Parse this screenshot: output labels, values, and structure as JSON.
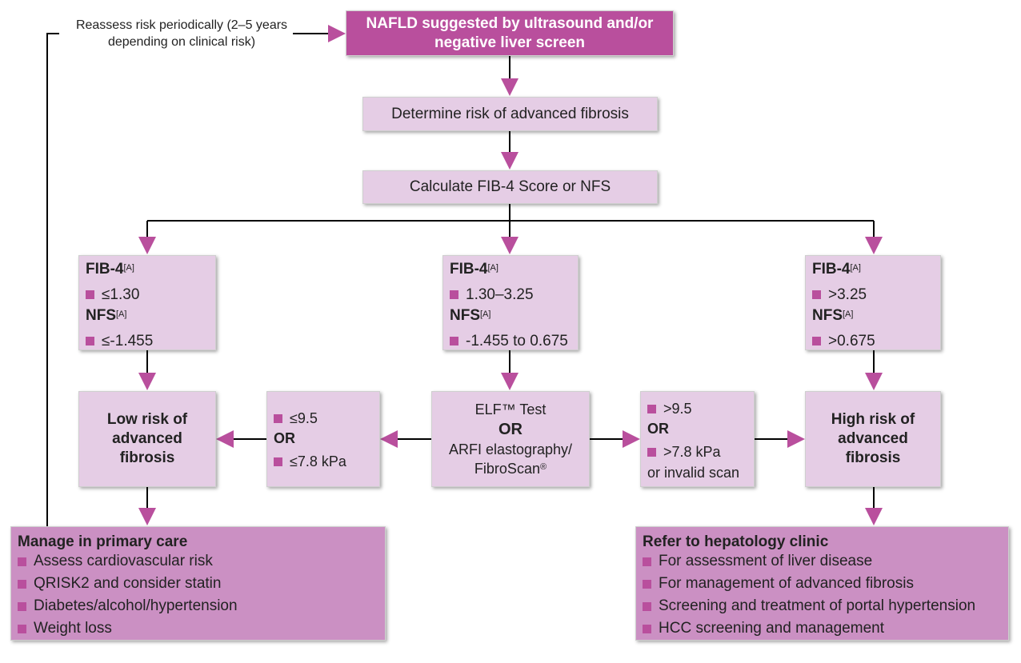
{
  "colors": {
    "accent": "#b94f9d",
    "light_box": "#e5cde5",
    "mid_box": "#cb90c3",
    "line": "#000000"
  },
  "reassess_note": {
    "line1": "Reassess risk periodically (2–5 years",
    "line2": "depending on clinical risk)"
  },
  "start": {
    "line1": "NAFLD suggested by ultrasound and/or",
    "line2": "negative liver screen"
  },
  "determine": "Determine risk of advanced fibrosis",
  "calculate": "Calculate FIB-4 Score or NFS",
  "low_scores": {
    "fib4": "FIB-4",
    "fib4_ref": "[A]",
    "fib4_val": "≤1.30",
    "nfs": "NFS",
    "nfs_ref": "[A]",
    "nfs_val": "≤-1.455"
  },
  "mid_scores": {
    "fib4": "FIB-4",
    "fib4_ref": "[A]",
    "fib4_val": "1.30–3.25",
    "nfs": "NFS",
    "nfs_ref": "[A]",
    "nfs_val": "-1.455 to 0.675"
  },
  "high_scores": {
    "fib4": "FIB-4",
    "fib4_ref": "[A]",
    "fib4_val": ">3.25",
    "nfs": "NFS",
    "nfs_ref": "[A]",
    "nfs_val": ">0.675"
  },
  "elf": {
    "line1": "ELF™ Test",
    "or": "OR",
    "line3": "ARFI elastography/",
    "line4": "FibroScan",
    "reg": "®"
  },
  "low_criteria": {
    "v1": "≤9.5",
    "or": "OR",
    "v2": "≤7.8 kPa"
  },
  "high_criteria": {
    "v1": ">9.5",
    "or": "OR",
    "v2": ">7.8 kPa",
    "v3": "or invalid scan"
  },
  "low_risk": {
    "line1": "Low risk of",
    "line2": "advanced",
    "line3": "fibrosis"
  },
  "high_risk": {
    "line1": "High risk of",
    "line2": "advanced",
    "line3": "fibrosis"
  },
  "manage": {
    "title": "Manage in primary care",
    "items": [
      "Assess cardiovascular risk",
      "QRISK2 and consider statin",
      "Diabetes/alcohol/hypertension",
      "Weight loss"
    ]
  },
  "refer": {
    "title": "Refer to hepatology clinic",
    "items": [
      "For assessment of liver disease",
      "For management of advanced fibrosis",
      "Screening and treatment of portal hypertension",
      "HCC screening and management"
    ]
  }
}
